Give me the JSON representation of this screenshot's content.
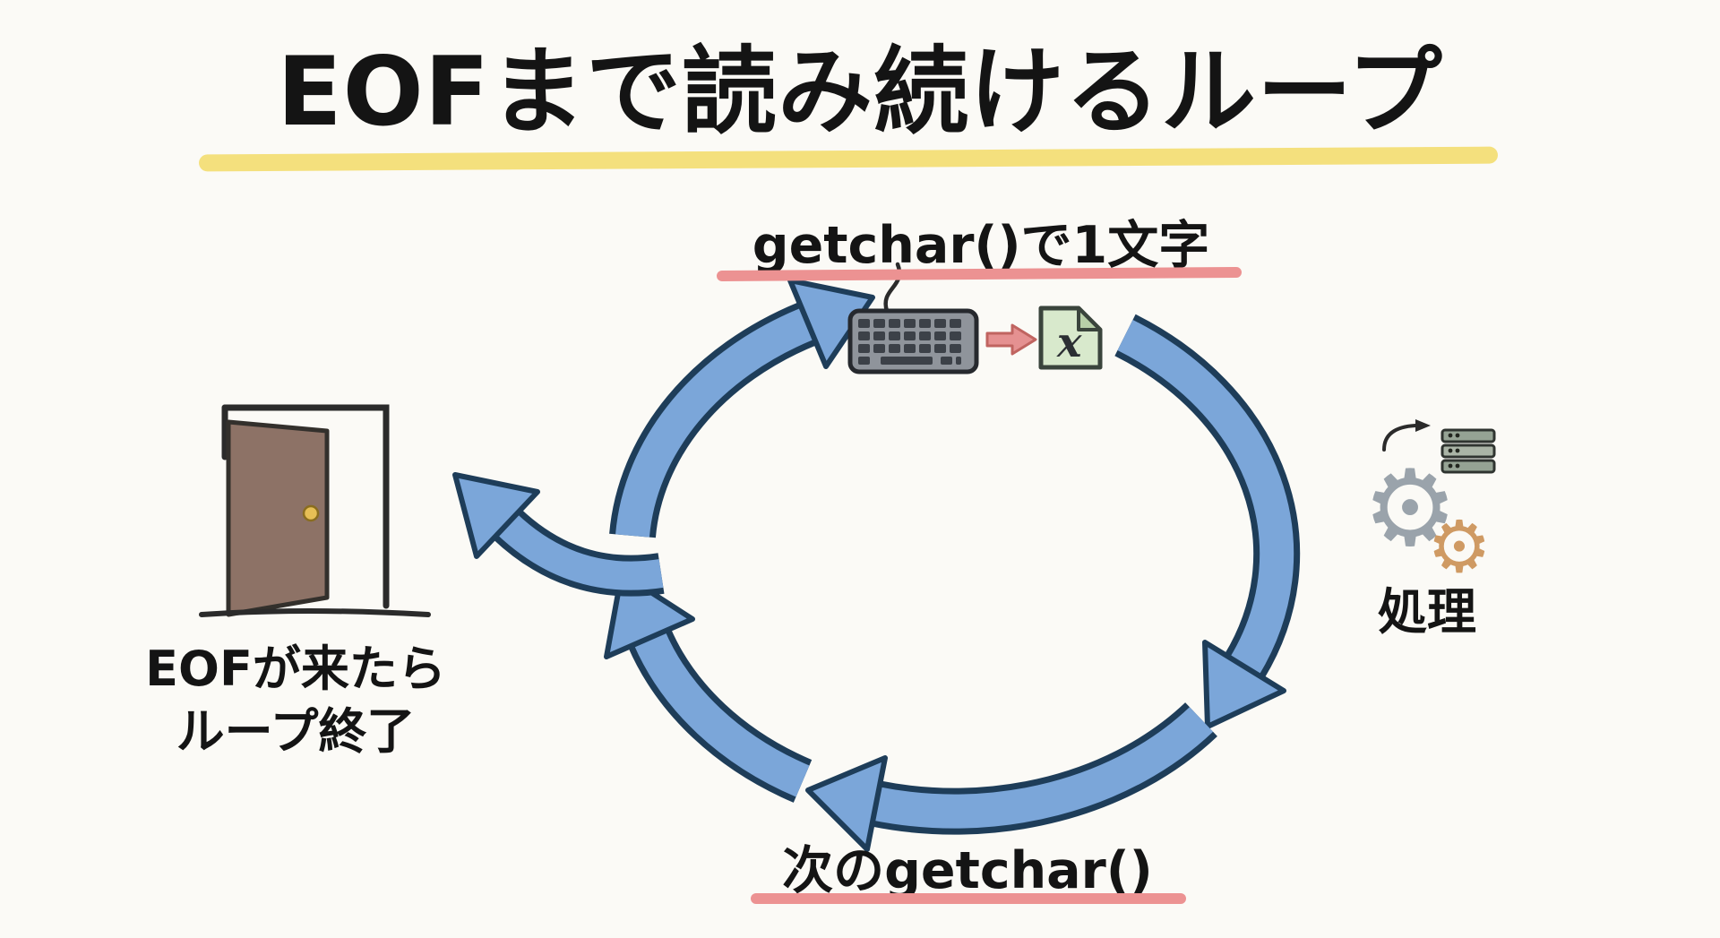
{
  "title": {
    "text": "EOFまで読み続けるループ"
  },
  "labels": {
    "input": {
      "text": "getchar()で1文字"
    },
    "next": {
      "text": "次のgetchar()"
    },
    "process": {
      "text": "処理"
    },
    "exit": {
      "line1": "EOFが来たら",
      "line2": "ループ終了"
    }
  },
  "file_icon": {
    "glyph": "x"
  },
  "icons": {
    "keyboard": "keyboard-icon",
    "input_arrow": "input-arrow-icon",
    "char_file": "char-file-icon",
    "gear_large": "gear-large-icon",
    "gear_small": "gear-small-icon",
    "server": "server-icon",
    "exit_door": "door-icon"
  },
  "colors": {
    "background": "#fbfaf6",
    "title_text": "#141414",
    "title_underline": "#f4e07d",
    "label_underline": "#ec9292",
    "loop_arrow_fill": "#7ba6d9",
    "loop_arrow_outline": "#1e3d59",
    "door_fill": "#8d7266",
    "door_knob": "#e6bf56",
    "file_fill": "#d8e9cc",
    "gear_large": "#9aa3ab",
    "gear_small": "#cf9a63"
  }
}
